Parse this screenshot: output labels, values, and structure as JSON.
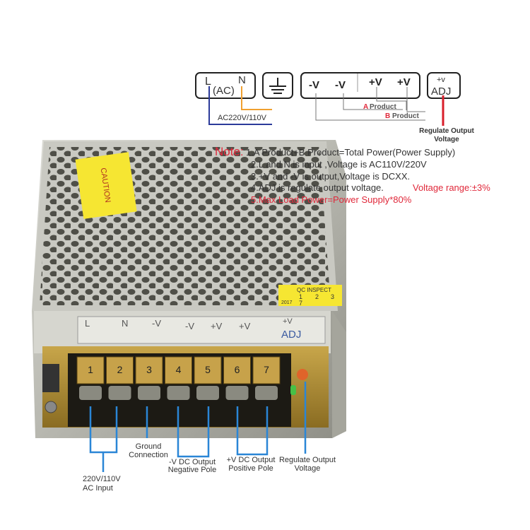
{
  "diagram": {
    "ac_box": {
      "l": "L",
      "n": "N",
      "ac": "(AC)",
      "voltage": "AC220V/110V"
    },
    "ground_icon": "ground-symbol-icon",
    "dc_box": {
      "terminals": [
        "-V",
        "-V",
        "+V",
        "+V"
      ],
      "a_product": "A",
      "a_product_label": "Product",
      "b_product": "B",
      "b_product_label": "Product"
    },
    "adj_box": {
      "top": "+v",
      "label": "ADJ",
      "caption_1": "Regulate Output",
      "caption_2": "Voltage"
    },
    "notes": {
      "heading": "Note:",
      "lines": [
        "1.A Product+B Product=Total Power(Power Supply)",
        "2.L and N is input ,Voltage is AC110V/220V",
        "3.+V and -V is output,Voltage is DCXX.",
        "4.ADJ is regulate output voltage."
      ],
      "line4_red": "Voltage range:±3%",
      "line5_red": "5.Max Load Power=Power  Supply*80%"
    },
    "device": {
      "caution_label": "CAUTION",
      "qc_label": "QC INSPECT",
      "qc_year": "2017",
      "qc_values": [
        "1",
        "2",
        "3",
        "7"
      ],
      "panel_labels": [
        "L",
        "N",
        "-V",
        "-V",
        "+V",
        "+V",
        "+V",
        "ADJ"
      ],
      "terminal_numbers": [
        "1",
        "2",
        "3",
        "4",
        "5",
        "6",
        "7"
      ]
    },
    "callouts": {
      "ac_input_1": "220V/110V",
      "ac_input_2": "AC Input",
      "ground_1": "Ground",
      "ground_2": "Connection",
      "neg_1": "-V DC  Output",
      "neg_2": "Negative Pole",
      "pos_1": "+V DC  Output",
      "pos_2": "Positive Pole",
      "adj_1": "Regulate Output",
      "adj_2": "Voltage"
    },
    "colors": {
      "callout_blue": "#2a86d6",
      "note_red": "#e0283a",
      "live_wire": "#2b3a9a",
      "neutral_wire": "#f0a030",
      "adj_wire": "#d81e2a",
      "caution_yellow": "#f6e632"
    }
  }
}
